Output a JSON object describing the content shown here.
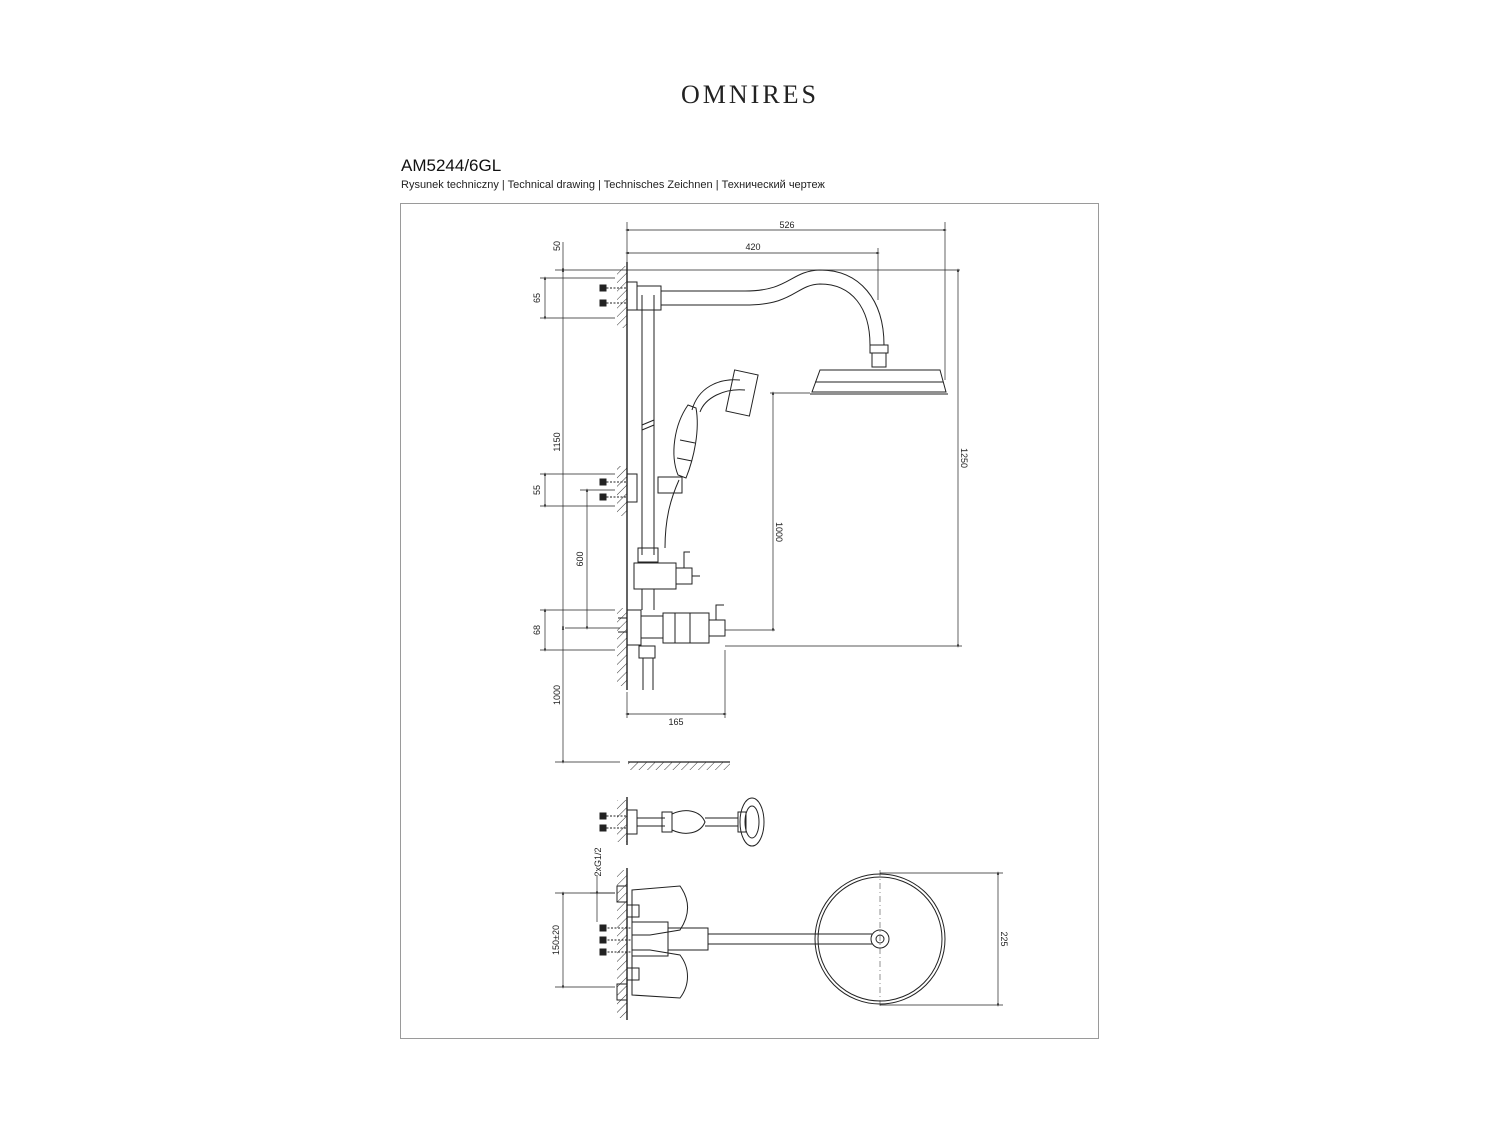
{
  "header": {
    "brand": "OMNIRES"
  },
  "product": {
    "model": "AM5244/6GL",
    "subtitle": "Rysunek techniczny | Technical drawing | Technisches Zeichnen | Технический чертеж"
  },
  "dimensions": {
    "width_526": "526",
    "width_420": "420",
    "height_50": "50",
    "height_65": "65",
    "height_1150": "1150",
    "height_55": "55",
    "height_600": "600",
    "height_68": "68",
    "height_1000_floor": "1000",
    "height_1000_head": "1000",
    "height_1250": "1250",
    "width_165": "165",
    "thread": "2xG1/2",
    "spacing": "150±20",
    "head_diameter": "225"
  }
}
